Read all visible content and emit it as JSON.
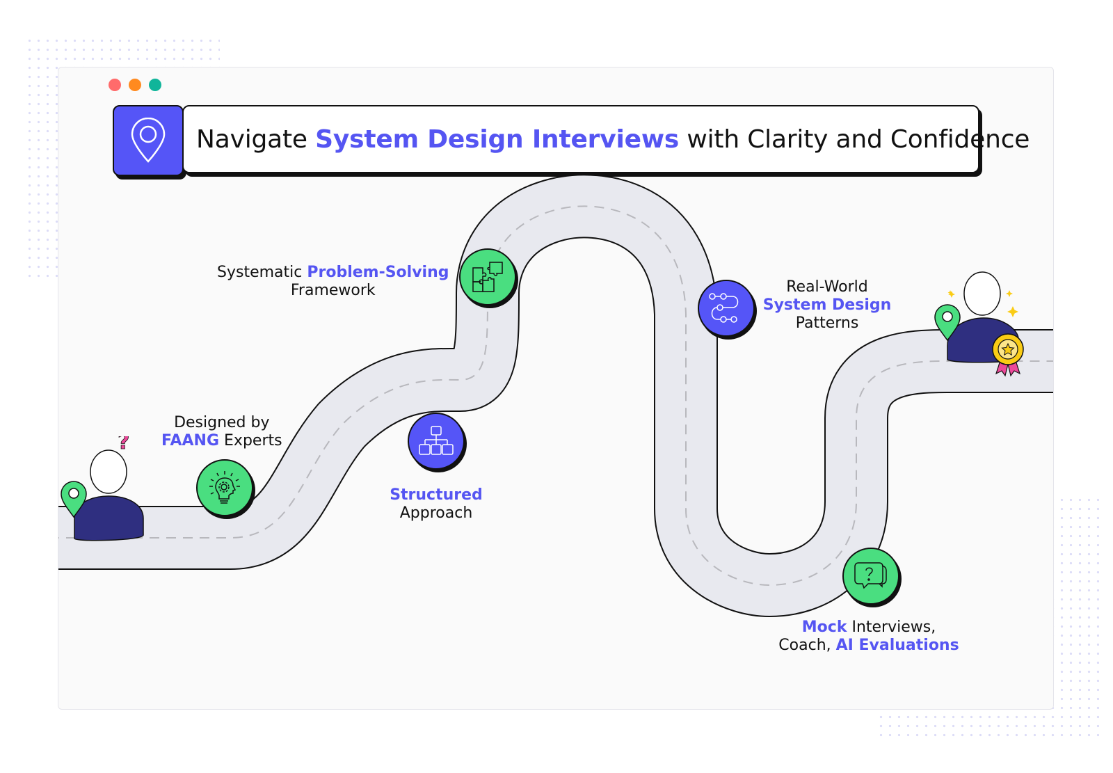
{
  "window": {
    "traffic_lights": [
      {
        "name": "close",
        "color": "#ff6b6b"
      },
      {
        "name": "minimize",
        "color": "#ff8a1f"
      },
      {
        "name": "maximize",
        "color": "#10b59a"
      }
    ]
  },
  "header": {
    "icon": "map-pin-icon",
    "title_prefix": "Navigate ",
    "title_highlight": "System Design Interviews",
    "title_suffix": " with Clarity and Confidence"
  },
  "colors": {
    "accent": "#5555f2",
    "node_green": "#4ade80",
    "node_blue": "#5555f7",
    "road": "#e8e9ef",
    "person_body": "#2f2f80"
  },
  "roadmap": {
    "start_figure": {
      "icon": "question-mark-icon",
      "mark": "?"
    },
    "end_figure": {
      "icon": "award-badge-icon"
    },
    "steps": [
      {
        "id": "faang",
        "icon": "lightbulb-gear-icon",
        "line1_plain": "Designed by",
        "line2_highlight": "FAANG",
        "line2_plain": " Experts"
      },
      {
        "id": "structured",
        "icon": "hierarchy-icon",
        "line1_highlight": "Structured",
        "line2_plain": "Approach"
      },
      {
        "id": "problem-solving",
        "icon": "puzzle-icon",
        "line1_plain": "Systematic ",
        "line1_highlight": "Problem-Solving",
        "line2_plain": "Framework"
      },
      {
        "id": "patterns",
        "icon": "workflow-icon",
        "line1_plain": "Real-World",
        "line2_highlight": "System Design",
        "line3_plain": "Patterns"
      },
      {
        "id": "mock",
        "icon": "chat-question-icon",
        "line1_highlight": "Mock",
        "line1_plain": " Interviews,",
        "line2_plain": "Coach, ",
        "line2_highlight": "AI Evaluations"
      }
    ]
  }
}
